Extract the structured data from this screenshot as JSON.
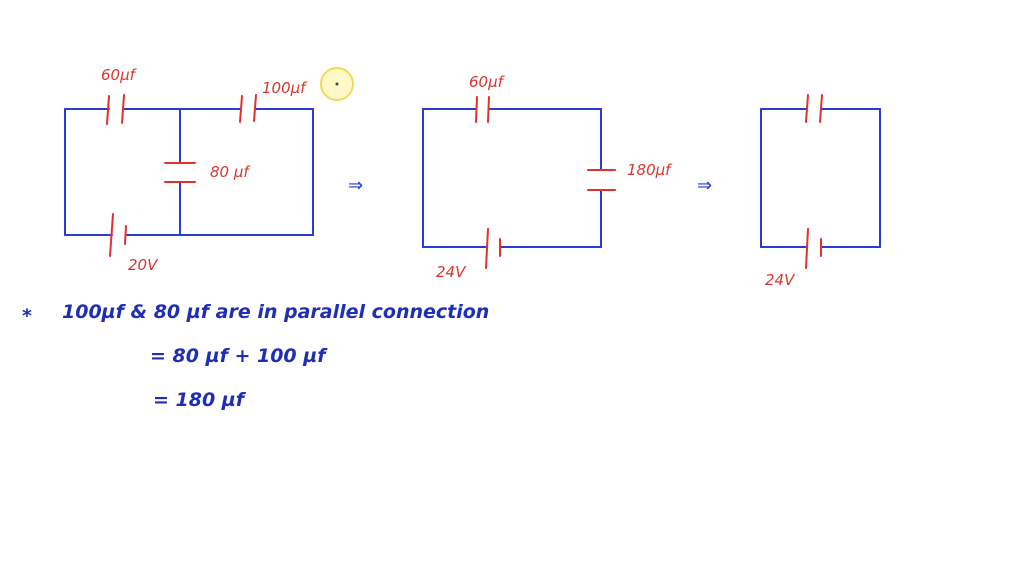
{
  "circuit1": {
    "c_top_left": "60µf",
    "c_top_right": "100µf",
    "c_middle": "80 µf",
    "battery": "20V"
  },
  "circuit2": {
    "c_top": "60µf",
    "c_right": "180µf",
    "battery": "24V"
  },
  "circuit3": {
    "battery": "24V"
  },
  "arrows": [
    "⇒",
    "⇒"
  ],
  "notes": {
    "bullet": "*",
    "line1": "100µf & 80 µf are in parallel connection",
    "line2": "= 80 µf + 100 µf",
    "line3": "= 180 µf"
  },
  "colors": {
    "wire": "#2a3bd6",
    "component": "#e0302f",
    "annotation_text": "#1f2fb5",
    "label_text": "#d9362e"
  }
}
